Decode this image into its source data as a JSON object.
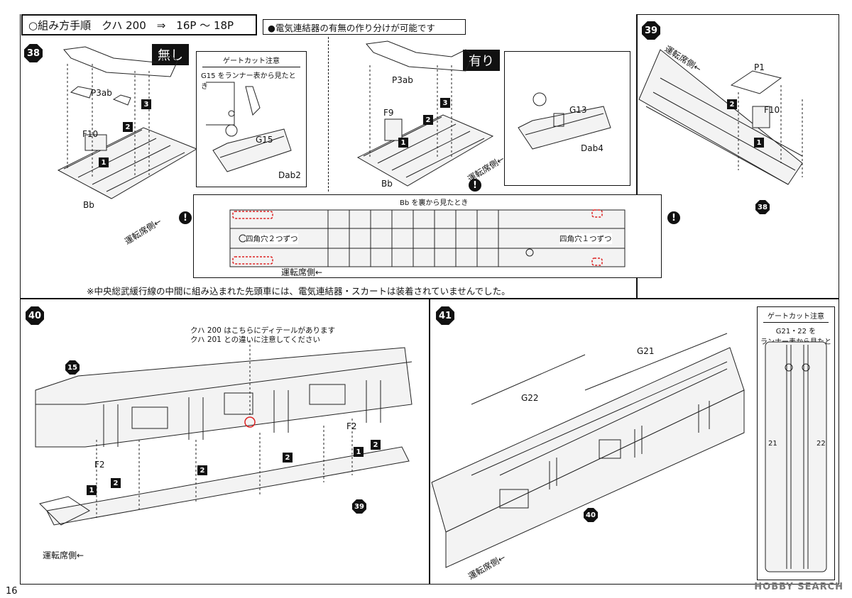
{
  "header": {
    "title": "○組み方手順　クハ 200　⇒　16P ～ 18P",
    "note": "●電気連結器の有無の作り分けが可能です"
  },
  "step38": {
    "number": "38",
    "variant_without": "無し",
    "variant_with": "有り",
    "parts_left": [
      "P3ab",
      "F10",
      "Bb"
    ],
    "parts_right": [
      "P3ab",
      "F9",
      "Bb"
    ],
    "order_badges": [
      "1",
      "2",
      "3"
    ],
    "callout_left": {
      "header": "ゲートカット注意",
      "desc": "G15 をランナー表から見たとき",
      "part": "G15",
      "assembly": "Dab2"
    },
    "callout_right": {
      "part": "G13",
      "assembly": "Dab4"
    },
    "direction": "運転席側←",
    "underside": {
      "title": "Bb を裏から見たとき",
      "left_note": "四角穴２つずつ",
      "right_note": "四角穴１つずつ",
      "direction": "運転席側←"
    },
    "footnote": "※中央総武緩行線の中間に組み込まれた先頭車には、電気連結器・スカートは装着されていませんでした。"
  },
  "step39": {
    "number": "39",
    "parts": [
      "P1",
      "F10"
    ],
    "direction": "運転席側←",
    "ref": "38"
  },
  "step40": {
    "number": "40",
    "ref_top": "15",
    "ref_bottom": "39",
    "detail_note_1": "クハ 200 はこちらにディテールがあります",
    "detail_note_2": "クハ 201 との違いに注意してください",
    "part_screw": "F2",
    "direction": "運転席側←"
  },
  "step41": {
    "number": "41",
    "parts": [
      "G21",
      "G22"
    ],
    "ref": "40",
    "direction": "運転席側←",
    "gate_header": "ゲートカット注意",
    "gate_desc_1": "G21・22 を",
    "gate_desc_2": "ランナー表から見たとき",
    "runner_labels": [
      "21",
      "22"
    ]
  },
  "footer": {
    "page": "16",
    "watermark": "HOBBY SEARCH"
  }
}
